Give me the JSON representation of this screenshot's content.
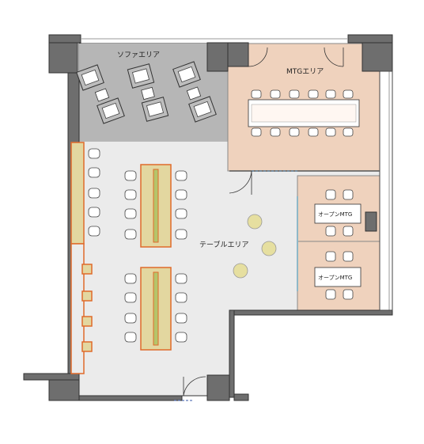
{
  "labels": {
    "sofa_area": "ソファエリア",
    "mtg_area": "MTGエリア",
    "table_area": "テーブルエリア",
    "open_mtg_1": "オープンMTG",
    "open_mtg_2": "オープンMTG"
  },
  "colors": {
    "sofa_floor": "#b6b6b6",
    "mtg_floor": "#efd2bd",
    "open_floor": "#ebebeb",
    "bench": "#e3d7a0",
    "bench_edge": "#e06a2a",
    "wall": "#6e6e6e",
    "round_table": "#e6dfa0"
  }
}
